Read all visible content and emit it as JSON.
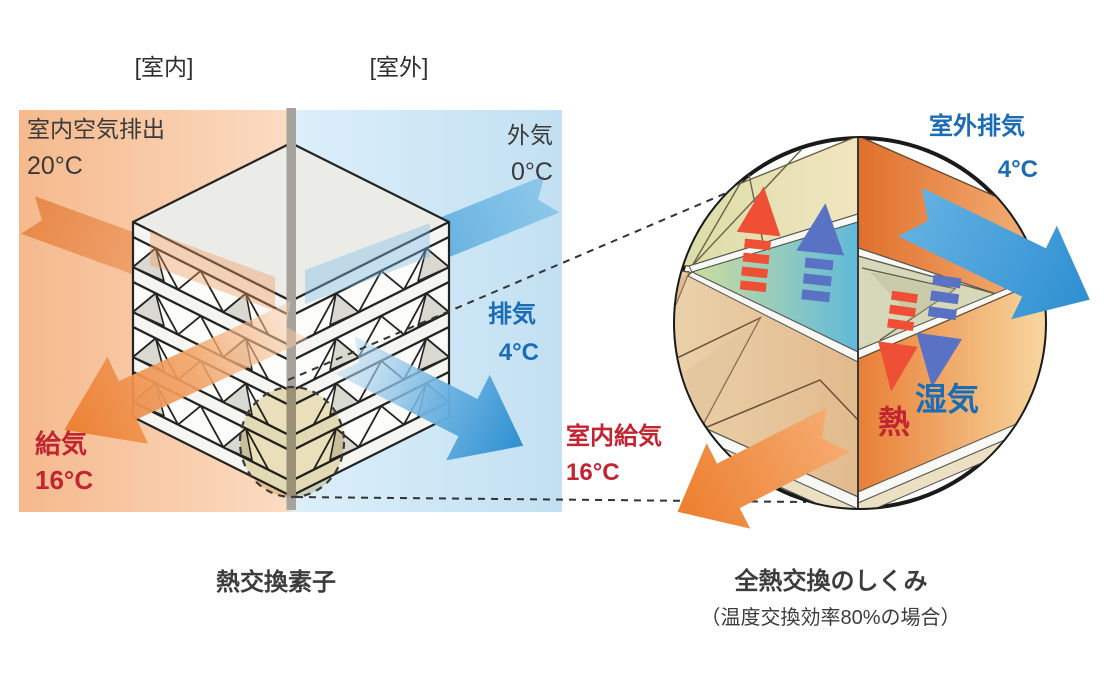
{
  "left_diagram": {
    "zone_indoor": "[室内]",
    "zone_outdoor": "[室外]",
    "indoor_exhaust": {
      "label": "室内空気排出",
      "temp": "20°C"
    },
    "outside_air": {
      "label": "外気",
      "temp": "0°C"
    },
    "exhaust": {
      "label": "排気",
      "temp": "4°C"
    },
    "supply": {
      "label": "給気",
      "temp": "16°C"
    },
    "caption": "熱交換素子"
  },
  "magnified_view": {
    "outdoor_exhaust": {
      "label": "室外排気",
      "temp": "4°C"
    },
    "indoor_supply": {
      "label": "室内給気",
      "temp": "16°C"
    },
    "heat_label": "熱",
    "moisture_label": "湿気",
    "caption": "全熱交換のしくみ",
    "caption_note": "（温度交換効率80%の場合）"
  },
  "colors": {
    "indoor_panel": "#f5bb8e",
    "outdoor_panel": "#c9e4f5",
    "divider_gray": "#a6a29c",
    "supply_arrow_orange": "#ec8034",
    "exhaust_arrow_blue": "#2f90d1",
    "red_label": "#c32432",
    "blue_label": "#1a6cb5",
    "heat_arrow_red": "#ee4f35",
    "moisture_arrow_blue": "#5a72c4",
    "highlight_beige": "#eadfb8"
  }
}
